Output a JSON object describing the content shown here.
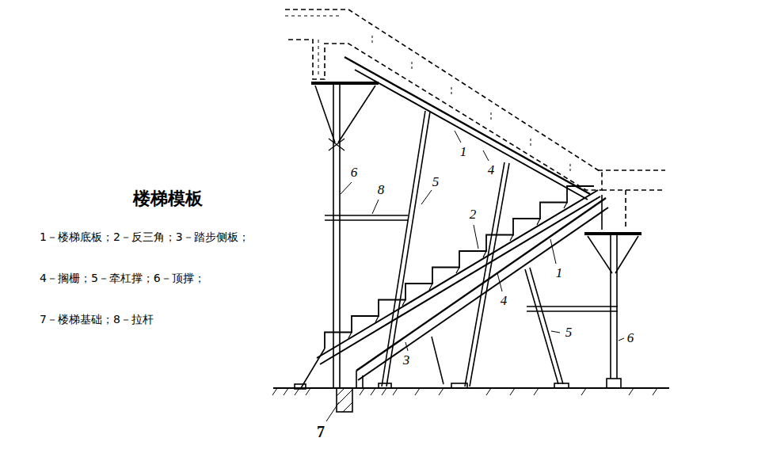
{
  "diagram": {
    "title": "楼梯模板",
    "labels": [
      "1－楼梯底板；2－反三角；3－踏步侧板；",
      "4－搁栅；5－牵杠撑；6－顶撑；",
      "7－楼梯基础；8－拉杆",
      "6",
      "8",
      "5",
      "1",
      "4",
      "2",
      "1",
      "4",
      "3",
      "5",
      "6",
      "7"
    ]
  }
}
